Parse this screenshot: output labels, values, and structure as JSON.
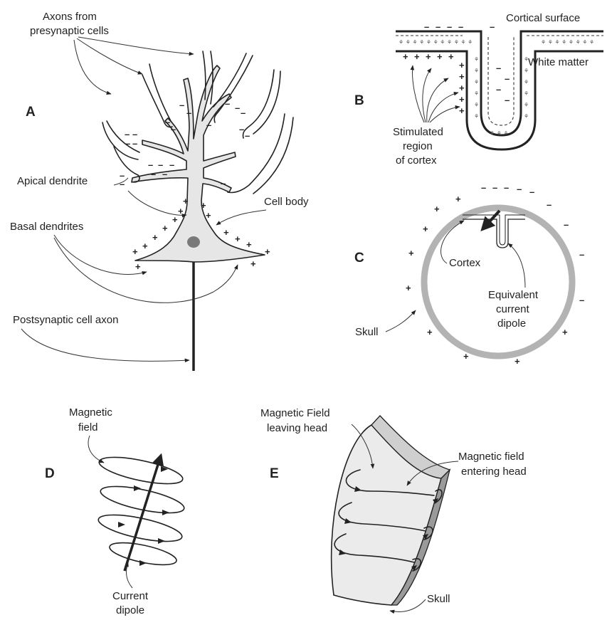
{
  "panels": {
    "a": "A",
    "b": "B",
    "c": "C",
    "d": "D",
    "e": "E"
  },
  "neuron": {
    "axons_line1": "Axons from",
    "axons_line2": "presynaptic cells",
    "apical": "Apical dendrite",
    "basal": "Basal dendrites",
    "cell_body": "Cell body",
    "post_axon": "Postsynaptic cell axon"
  },
  "cortex": {
    "surface": "Cortical surface",
    "white_matter": "White matter",
    "stim_line1": "Stimulated",
    "stim_line2": "region",
    "stim_line3": "of cortex"
  },
  "head": {
    "cortex": "Cortex",
    "dipole_line1": "Equivalent",
    "dipole_line2": "current",
    "dipole_line3": "dipole",
    "skull": "Skull"
  },
  "dipole_field": {
    "field_line1": "Magnetic",
    "field_line2": "field",
    "current_line1": "Current",
    "current_line2": "dipole"
  },
  "skull_field": {
    "leaving_line1": "Magnetic Field",
    "leaving_line2": "leaving head",
    "entering_line1": "Magnetic field",
    "entering_line2": "entering head",
    "skull": "Skull"
  },
  "signs": {
    "plus": "+",
    "minus": "–"
  },
  "colors": {
    "ink": "#222222",
    "neuron_fill": "#e6e6e6",
    "skull_ring": "#b3b3b3",
    "skull_face": "#ebebeb",
    "skull_edge": "#9a9a9a",
    "nucleus": "#7a7a7a"
  }
}
